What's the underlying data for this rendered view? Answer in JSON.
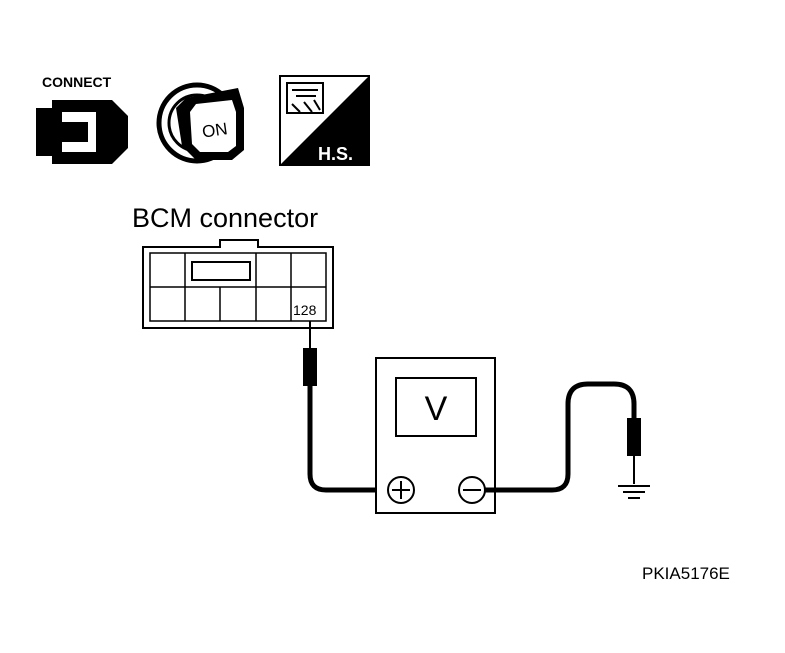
{
  "icons": {
    "connect_label": "CONNECT",
    "ignition_label": "ON",
    "harness_label": "H.S."
  },
  "connector": {
    "title": "BCM connector",
    "terminal": "128"
  },
  "meter": {
    "display": "V"
  },
  "figure_id": "PKIA5176E"
}
